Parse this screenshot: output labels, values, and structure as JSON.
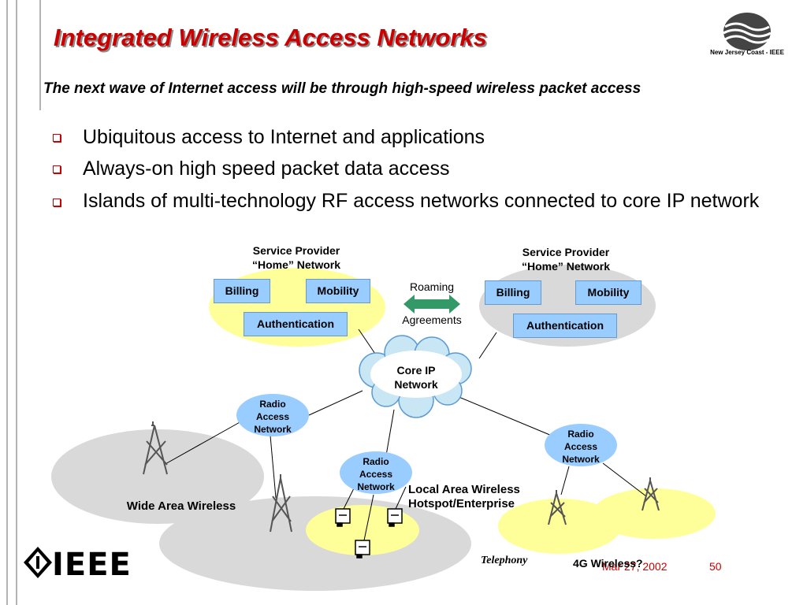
{
  "slide": {
    "title": "Integrated Wireless Access Networks",
    "subtitle": "The next wave of Internet access will be through high-speed wireless packet access",
    "bullets": [
      "Ubiquitous access to Internet and applications",
      "Always-on high speed packet data access",
      "Islands of multi-technology RF access networks connected to core IP network"
    ]
  },
  "branding": {
    "section_logo_text": "New Jersey Coast - IEEE",
    "ieee_logo_text": "IEEE",
    "partial_footer_text": "Telephony"
  },
  "diagram": {
    "home_left": {
      "title_line1": "Service Provider",
      "title_line2": "“Home” Network",
      "billing": "Billing",
      "mobility": "Mobility",
      "authentication": "Authentication"
    },
    "home_right": {
      "title_line1": "Service Provider",
      "title_line2": "“Home” Network",
      "billing": "Billing",
      "mobility": "Mobility",
      "authentication": "Authentication"
    },
    "roaming_top": "Roaming",
    "roaming_bottom": "Agreements",
    "core_line1": "Core IP",
    "core_line2": "Network",
    "ran_line1": "Radio",
    "ran_line2": "Access",
    "ran_line3": "Network",
    "wide_area": "Wide Area Wireless",
    "local_line1": "Local Area Wireless",
    "local_line2": "Hotspot/Enterprise",
    "fourg": "4G Wireless?"
  },
  "footer": {
    "date": "Mar 27, 2002",
    "page": "50"
  },
  "colors": {
    "title_red": "#cc0000",
    "box_blue": "#99ccff",
    "home_left_yellow": "#ffff99",
    "home_right_gray": "#d9d9d9",
    "roaming_green": "#339966"
  }
}
